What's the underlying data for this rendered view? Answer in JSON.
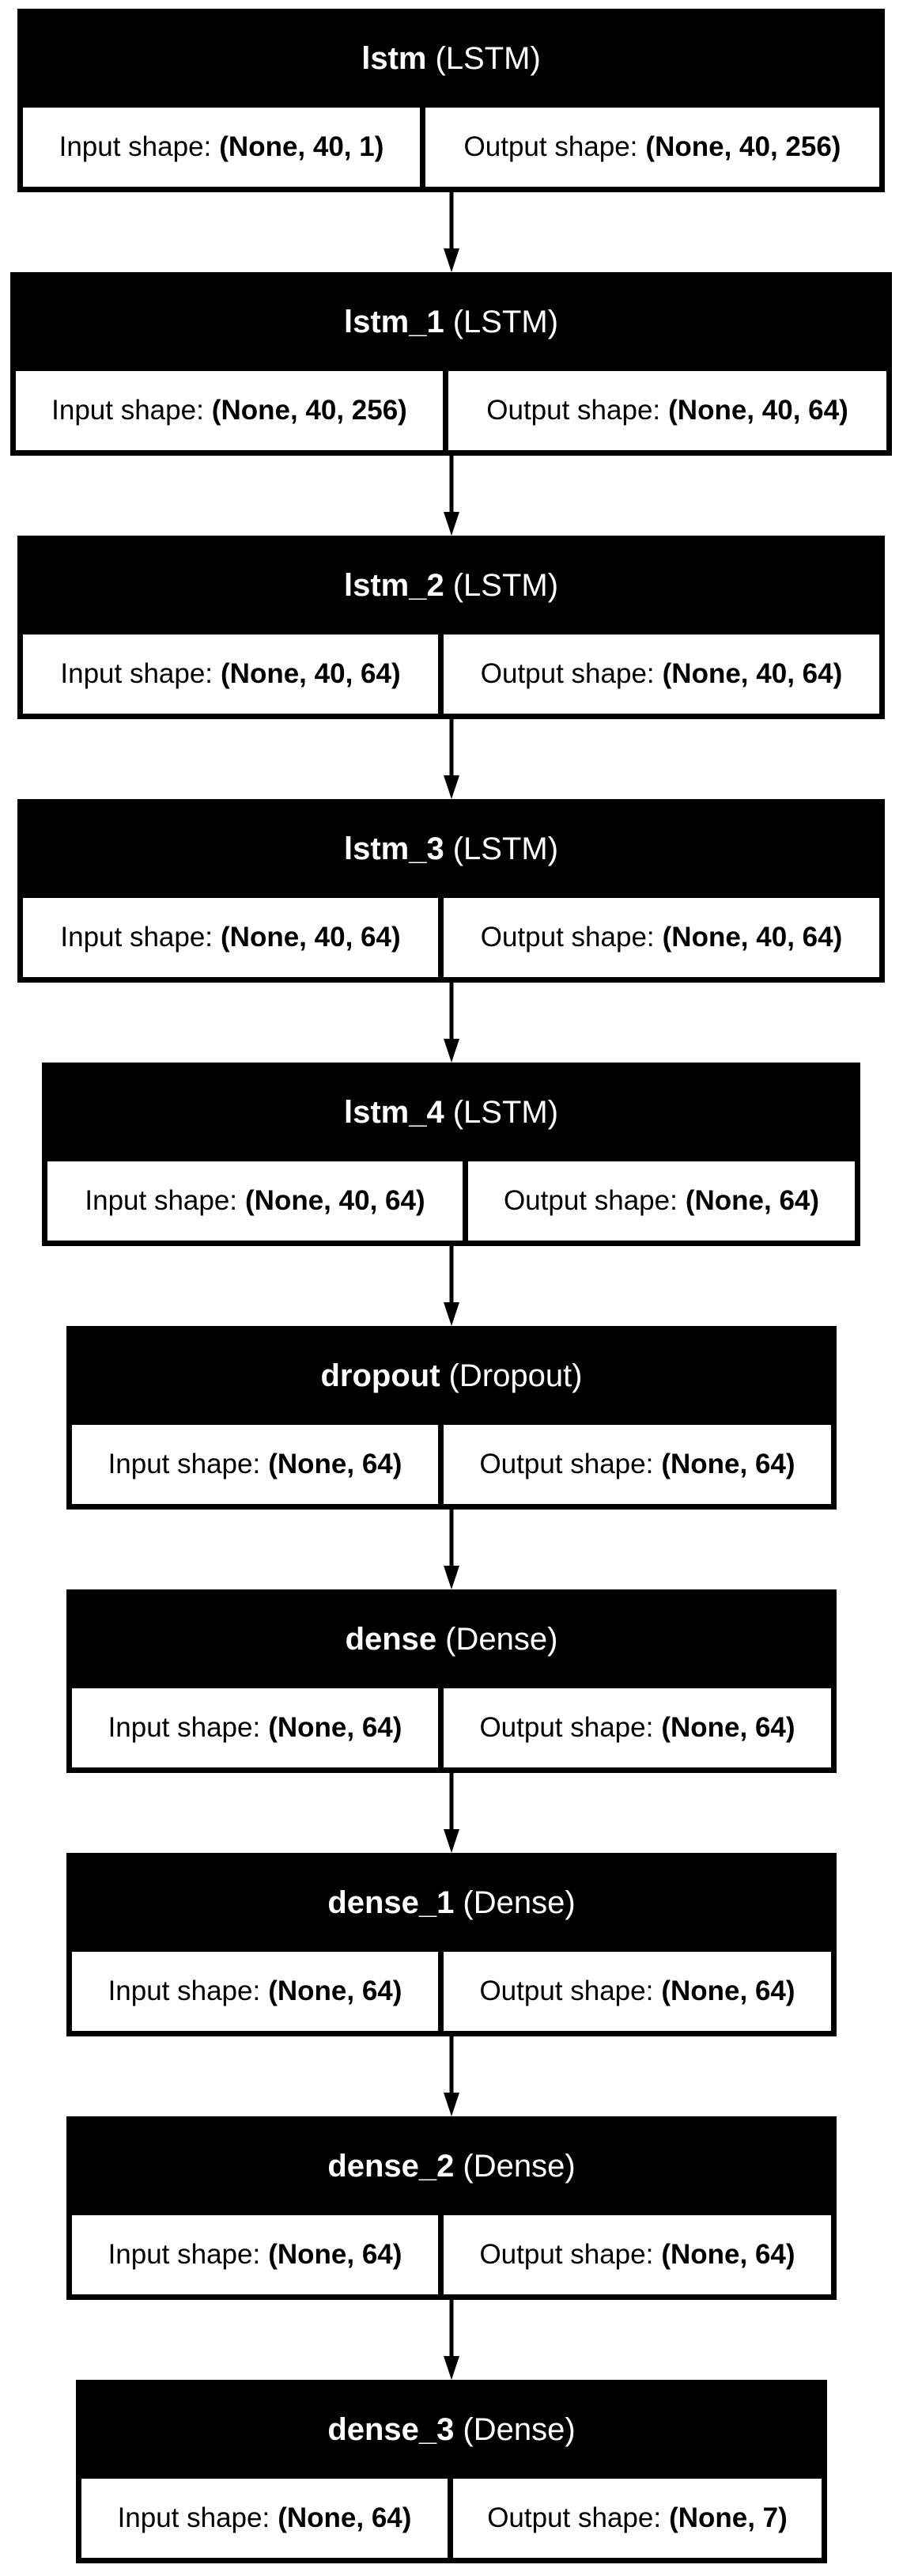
{
  "diagram": {
    "shape_label_input": "Input shape:",
    "shape_label_output": "Output shape:",
    "layers": [
      {
        "name": "lstm",
        "type": "(LSTM)",
        "input_shape": "(None, 40, 1)",
        "output_shape": "(None, 40, 256)"
      },
      {
        "name": "lstm_1",
        "type": "(LSTM)",
        "input_shape": "(None, 40, 256)",
        "output_shape": "(None, 40, 64)"
      },
      {
        "name": "lstm_2",
        "type": "(LSTM)",
        "input_shape": "(None, 40, 64)",
        "output_shape": "(None, 40, 64)"
      },
      {
        "name": "lstm_3",
        "type": "(LSTM)",
        "input_shape": "(None, 40, 64)",
        "output_shape": "(None, 40, 64)"
      },
      {
        "name": "lstm_4",
        "type": "(LSTM)",
        "input_shape": "(None, 40, 64)",
        "output_shape": "(None, 64)"
      },
      {
        "name": "dropout",
        "type": "(Dropout)",
        "input_shape": "(None, 64)",
        "output_shape": "(None, 64)"
      },
      {
        "name": "dense",
        "type": "(Dense)",
        "input_shape": "(None, 64)",
        "output_shape": "(None, 64)"
      },
      {
        "name": "dense_1",
        "type": "(Dense)",
        "input_shape": "(None, 64)",
        "output_shape": "(None, 64)"
      },
      {
        "name": "dense_2",
        "type": "(Dense)",
        "input_shape": "(None, 64)",
        "output_shape": "(None, 64)"
      },
      {
        "name": "dense_3",
        "type": "(Dense)",
        "input_shape": "(None, 64)",
        "output_shape": "(None, 7)"
      }
    ]
  }
}
